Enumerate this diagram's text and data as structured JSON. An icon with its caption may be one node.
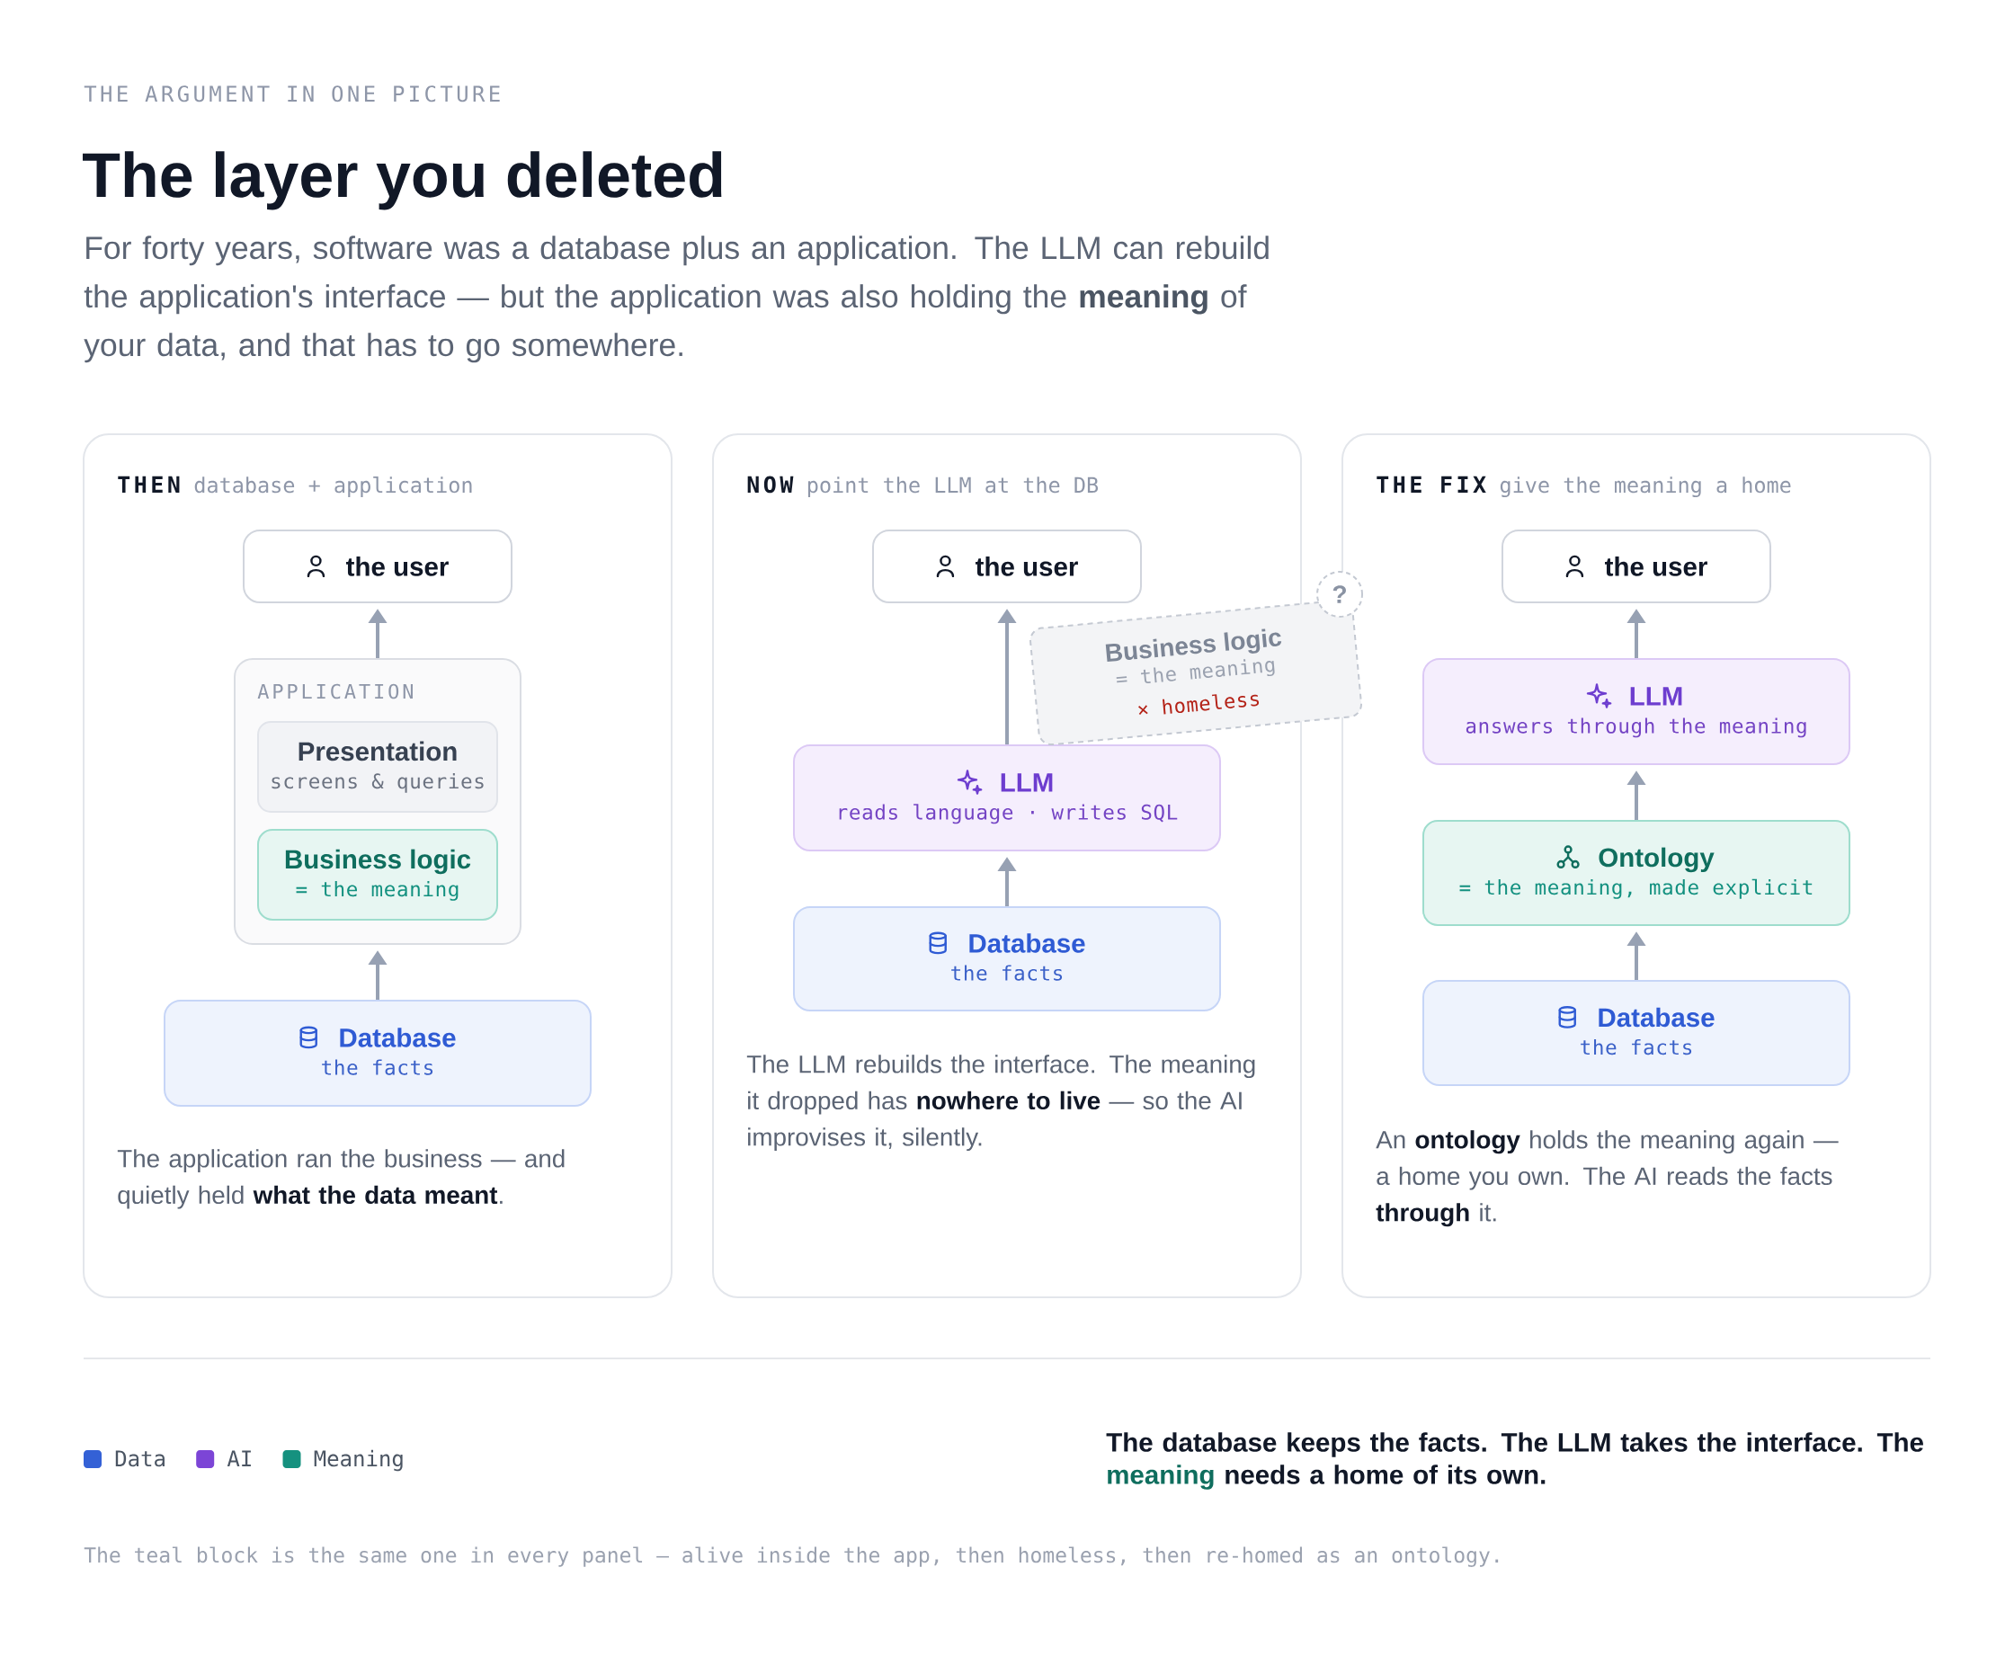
{
  "diagram": {
    "title": "The layer you deleted",
    "nodes": [
      {
        "text": [
          "THEN",
          "database + application",
          "The application ran the business — and quietly held **what the data meant**."
        ]
      },
      {
        "text": [
          "the user"
        ],
        "in": 0
      },
      {
        "text": [
          "APPLICATION"
        ],
        "in": 0
      },
      {
        "text": [
          "Presentation",
          "screens & queries"
        ],
        "in": 2
      },
      {
        "text": [
          "Business logic",
          "= the meaning"
        ],
        "in": 2
      },
      {
        "text": [
          "Database",
          "the facts"
        ],
        "in": 0
      },
      {
        "text": [
          "NOW",
          "point the LLM at the DB",
          "The LLM rebuilds the interface. The meaning it dropped has **nowhere to live** — so the AI improvises it, silently."
        ]
      },
      {
        "text": [
          "the user"
        ],
        "in": 6
      },
      {
        "text": [
          "Business logic",
          "= the meaning",
          "× homeless"
        ]
      },
      {
        "text": [
          "?"
        ]
      },
      {
        "text": [
          "LLM",
          "reads language · writes SQL"
        ],
        "in": 6
      },
      {
        "text": [
          "Database",
          "the facts"
        ],
        "in": 6
      },
      {
        "text": [
          "THE FIX",
          "give the meaning a home",
          "An **ontology** holds the meaning again — a home you own. The AI reads the facts **through** it."
        ]
      },
      {
        "text": [
          "the user"
        ],
        "in": 12
      },
      {
        "text": [
          "LLM",
          "answers through the meaning"
        ],
        "in": 12
      },
      {
        "text": [
          "Ontology",
          "= the meaning, made explicit"
        ],
        "in": 12
      },
      {
        "text": [
          "Database",
          "the facts"
        ],
        "in": 12
      }
    ],
    "edges": [
      {
        "from": 2,
        "to": 1,
        "arrow": "to"
      },
      {
        "from": 5,
        "to": 2,
        "arrow": "to"
      },
      {
        "from": 10,
        "to": 7,
        "arrow": "to"
      },
      {
        "from": 11,
        "to": 10,
        "arrow": "to"
      },
      {
        "from": 14,
        "to": 13,
        "arrow": "to"
      },
      {
        "from": 15,
        "to": 14,
        "arrow": "to"
      },
      {
        "from": 16,
        "to": 15,
        "arrow": "to"
      }
    ],
    "labels": [
      "THE ARGUMENT IN ONE PICTURE",
      "For forty years, software was a database plus an application. The LLM can rebuild the application's interface — but the application was also holding the **meaning** of your data, and that has to go somewhere.",
      "The database keeps the facts. The LLM takes the interface. The **meaning** needs a home of its own.",
      "The teal block is the same one in every panel — alive inside the app, then homeless, then re-homed as an ontology."
    ],
    "legend": [
      {
        "text": "Data",
        "color": "#3461D6"
      },
      {
        "text": "AI",
        "color": "#7C45D6"
      },
      {
        "text": "Meaning",
        "color": "#15917F"
      }
    ]
  }
}
